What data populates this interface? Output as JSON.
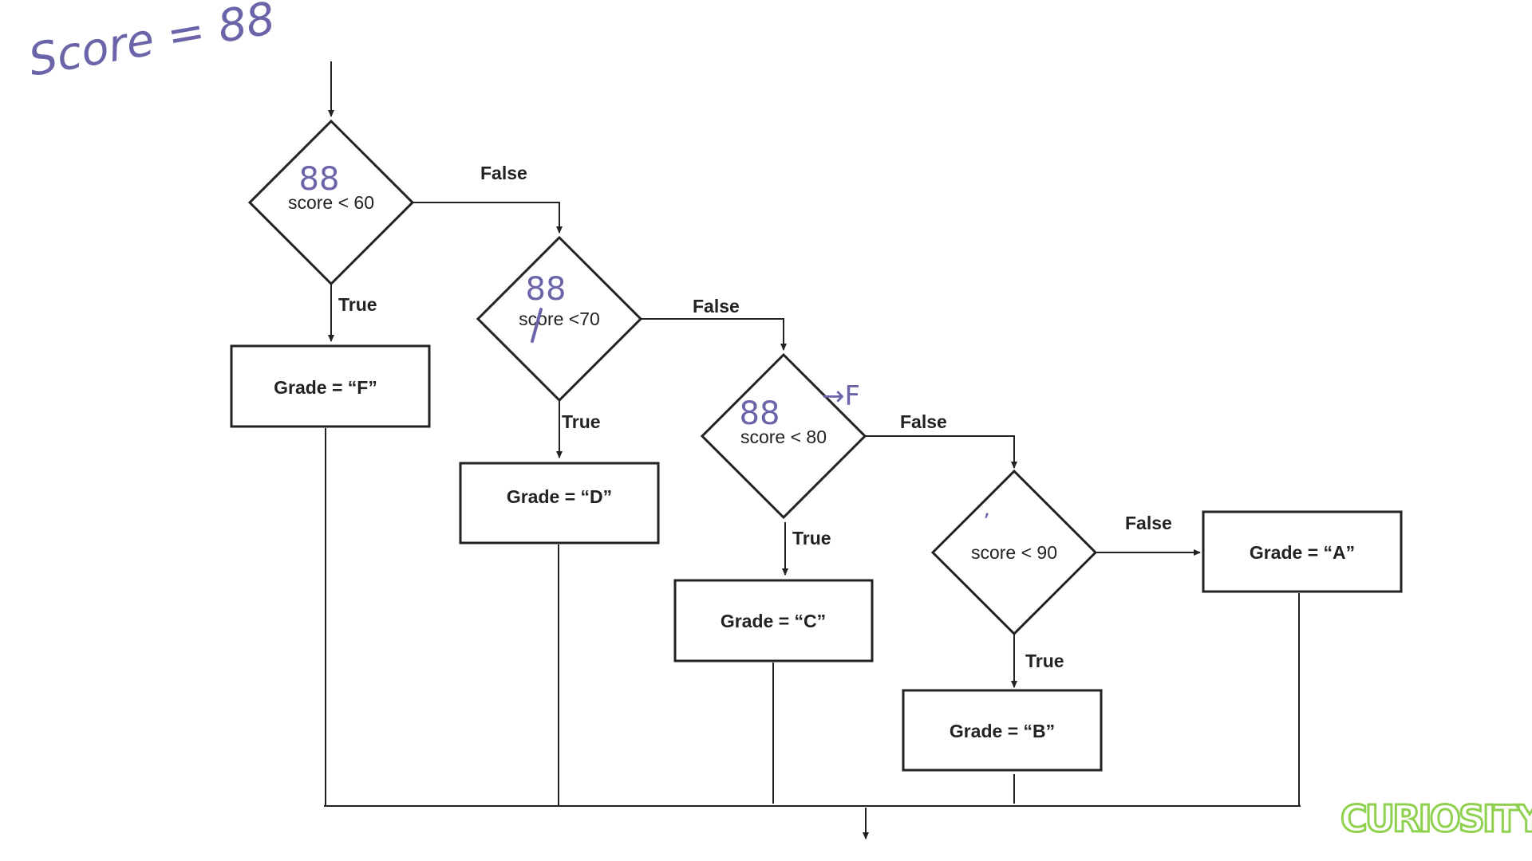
{
  "annotation": {
    "handwritten_score": "Score = 88"
  },
  "decisions": [
    {
      "id": "d1",
      "condition": "score < 60",
      "note": "88",
      "true_label": "True",
      "false_label": "False"
    },
    {
      "id": "d2",
      "condition": "score <70",
      "note": "88",
      "true_label": "True",
      "false_label": "False"
    },
    {
      "id": "d3",
      "condition": "score  < 80",
      "note": "88",
      "mark": "→F",
      "true_label": "True",
      "false_label": "False"
    },
    {
      "id": "d4",
      "condition": "score < 90",
      "note": "ʼ",
      "true_label": "True",
      "false_label": "False"
    }
  ],
  "grades": {
    "f": "Grade = “F”",
    "d": "Grade = “D”",
    "c": "Grade = “C”",
    "b": "Grade = “B”",
    "a": "Grade = “A”"
  },
  "brand": {
    "logo_text": "CURIOSITY"
  },
  "colors": {
    "ink": "#222222",
    "handwriting": "#6a64a8",
    "logo": "#8fd14f"
  }
}
